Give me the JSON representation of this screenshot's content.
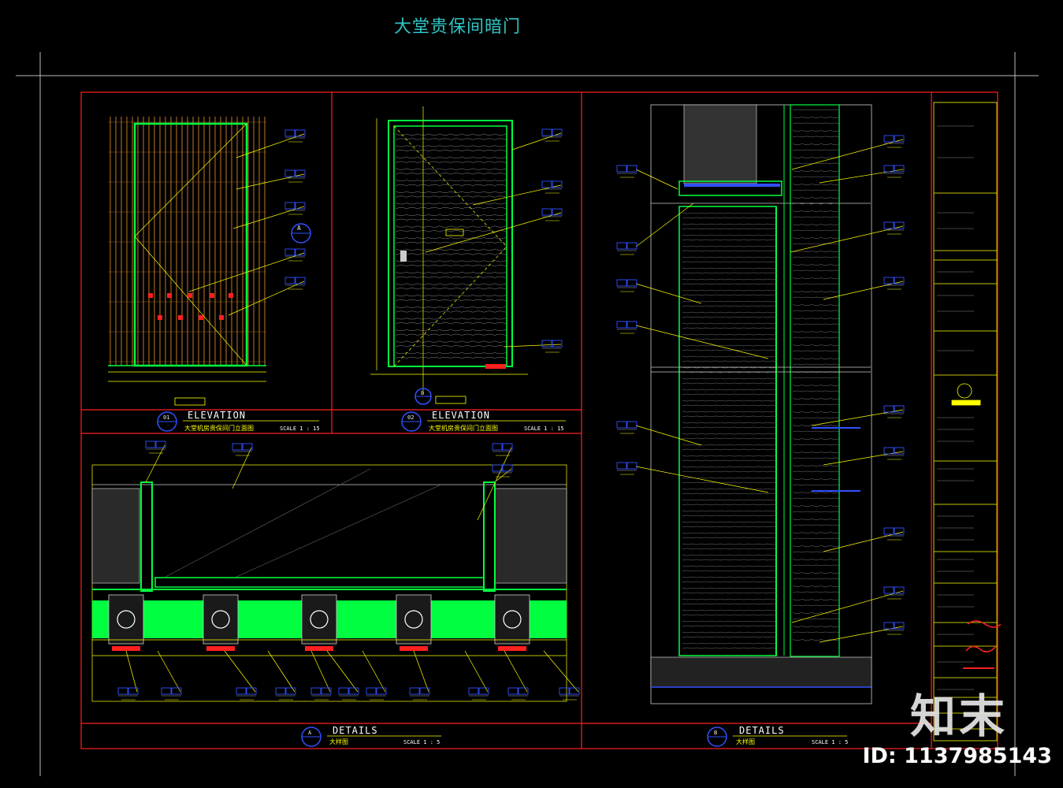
{
  "sheet": {
    "title": "大堂贵保间暗门",
    "colors": {
      "background": "#000000",
      "frame": "#ff2020",
      "outline": "#00ff40",
      "annotation": "#ffff00",
      "tag": "#3050ff",
      "wood": "#c07820",
      "title_text": "#2fc4c4"
    }
  },
  "panels": [
    {
      "id": "01",
      "title": "ELEVATION",
      "subtitle": "大堂机房贵保间门立面图",
      "scale": "SCALE 1 : 15"
    },
    {
      "id": "02",
      "title": "ELEVATION",
      "subtitle": "大堂机房贵保间门立面图",
      "scale": "SCALE 1 : 15"
    },
    {
      "id": "A",
      "title": "DETAILS",
      "subtitle": "大样图",
      "scale": "SCALE 1 : 5"
    },
    {
      "id": "B",
      "title": "DETAILS",
      "subtitle": "大样图",
      "scale": "SCALE 1 : 5"
    }
  ],
  "section_markers": {
    "a": "A",
    "b": "b"
  },
  "watermark": {
    "brand": "知末",
    "id_label": "ID: 1137985143"
  }
}
